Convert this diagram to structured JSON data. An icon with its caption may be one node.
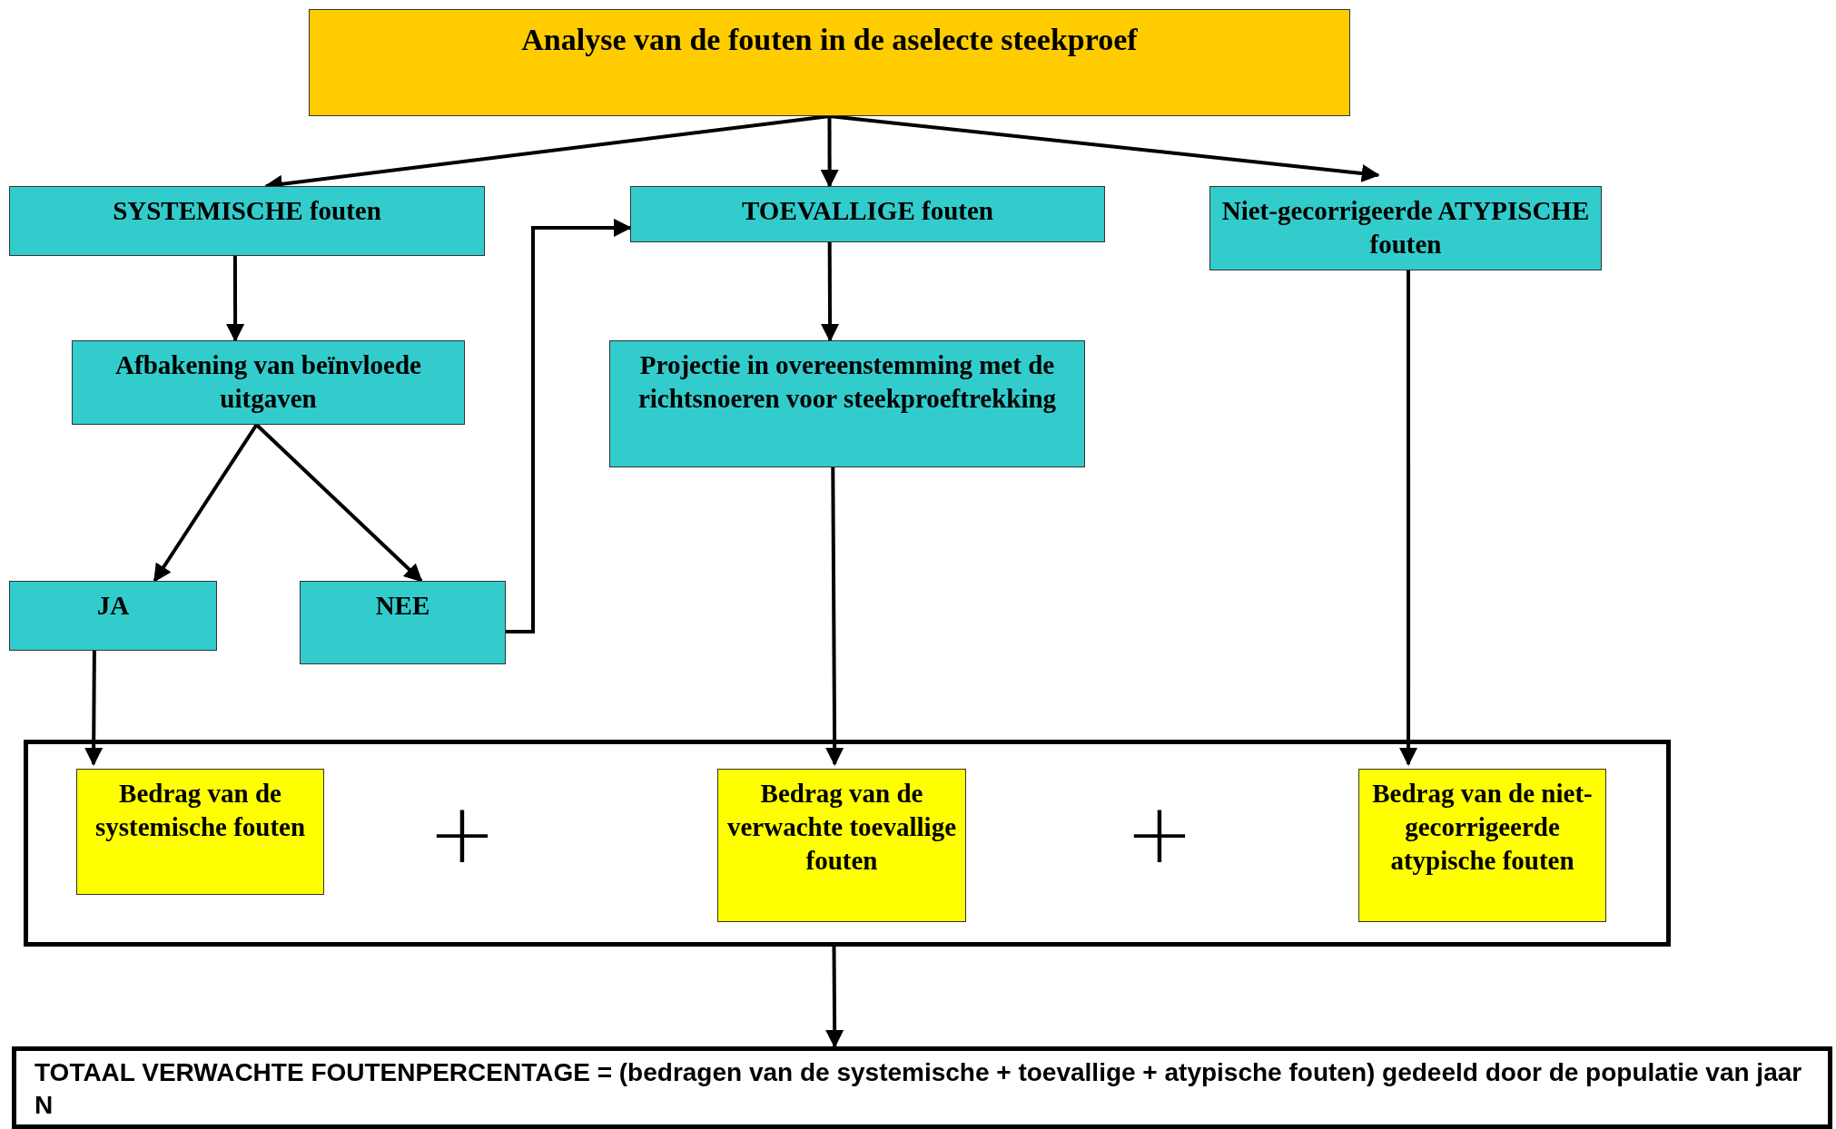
{
  "diagram": {
    "nodes": [
      {
        "text": [
          "Analyse van de fouten in de aselecte steekproef"
        ]
      },
      {
        "text": [
          "SYSTEMISCHE fouten"
        ]
      },
      {
        "text": [
          "TOEVALLIGE fouten"
        ]
      },
      {
        "text": [
          "Niet-gecorrigeerde ATYPISCHE fouten"
        ]
      },
      {
        "text": [
          "Afbakening van beïnvloede uitgaven"
        ]
      },
      {
        "text": [
          "Projectie in overeenstemming met de richtsnoeren voor steekproeftrekking"
        ]
      },
      {
        "text": [
          "JA"
        ]
      },
      {
        "text": [
          "NEE"
        ]
      },
      {
        "text": [],
        "shape": "box"
      },
      {
        "text": [
          "Bedrag van de systemische fouten"
        ],
        "in": 8
      },
      {
        "text": [
          "Bedrag van de verwachte toevallige fouten"
        ],
        "in": 8
      },
      {
        "text": [
          "Bedrag van de niet-gecorrigeerde atypische fouten"
        ],
        "in": 8
      },
      {
        "text": [
          "TOTAAL VERWACHTE FOUTENPERCENTAGE = (bedragen van de systemische + toevallige + atypische fouten) gedeeld door de populatie van jaar N"
        ]
      }
    ],
    "edges": [
      {
        "from": 0,
        "to": 1,
        "arrow": "to"
      },
      {
        "from": 0,
        "to": 2,
        "arrow": "to"
      },
      {
        "from": 0,
        "to": 3,
        "arrow": "to"
      },
      {
        "from": 1,
        "to": 4,
        "arrow": "to"
      },
      {
        "from": 4,
        "to": 6,
        "arrow": "to"
      },
      {
        "from": 4,
        "to": 7,
        "arrow": "to"
      },
      {
        "from": 7,
        "to": 2,
        "arrow": "to"
      },
      {
        "from": 2,
        "to": 5,
        "arrow": "to"
      },
      {
        "from": 5,
        "to": 10,
        "arrow": "to"
      },
      {
        "from": 3,
        "to": 11,
        "arrow": "to"
      },
      {
        "from": 6,
        "to": 9,
        "arrow": "to"
      },
      {
        "from": 8,
        "to": 12,
        "arrow": "to"
      }
    ],
    "labels": [
      "+",
      "+"
    ]
  }
}
